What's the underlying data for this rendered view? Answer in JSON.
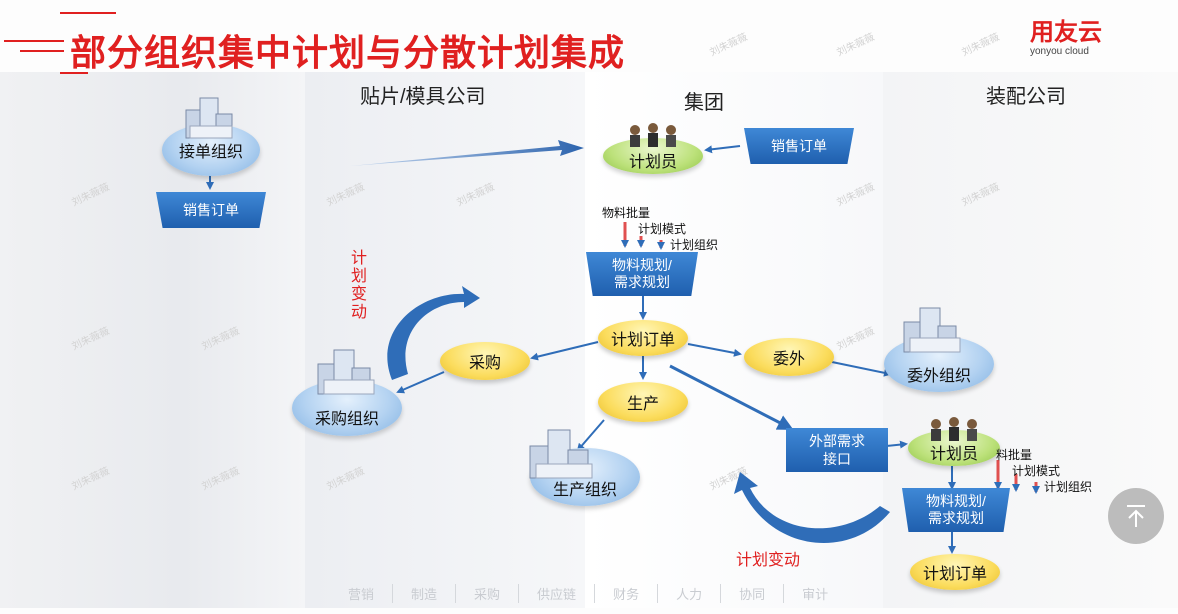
{
  "title": "部分组织集中计划与分散计划集成",
  "logo": {
    "main": "用友云",
    "sub": "yonyou cloud"
  },
  "columns": {
    "col2": "贴片/模具公司",
    "col3": "集团",
    "col4": "装配公司"
  },
  "left": {
    "receive_org": "接单组织",
    "sales_order": "销售订单"
  },
  "supplier": {
    "plan_change": "计划变动",
    "purchase": "采购",
    "purchase_org": "采购组织"
  },
  "group": {
    "planner": "计划员",
    "sales_order": "销售订单",
    "factors": [
      "物料批量",
      "计划模式",
      "计划组织"
    ],
    "mrp": "物料规划/\n需求规划",
    "plan_order": "计划订单",
    "outsource": "委外",
    "production": "生产",
    "production_org": "生产组织",
    "ext_demand": "外部需求\n接口"
  },
  "assembly": {
    "outsource_org": "委外组织",
    "planner": "计划员",
    "factors": [
      "料批量",
      "计划模式",
      "计划组织"
    ],
    "mrp": "物料规划/\n需求规划",
    "plan_order": "计划订单",
    "plan_change": "计划变动"
  },
  "footer_nav": [
    "营销",
    "制造",
    "采购",
    "供应链",
    "财务",
    "人力",
    "协同",
    "审计"
  ],
  "watermark": "刘朱薇薇",
  "colors": {
    "accent_red": "#e02020",
    "box_blue": "#2a6fc0",
    "arrow_blue": "#2f6db8",
    "arrow_red": "#e05050"
  },
  "icons": {
    "building": "building-icon",
    "people": "people-icon",
    "scroll_top": "scroll-to-top-icon"
  }
}
